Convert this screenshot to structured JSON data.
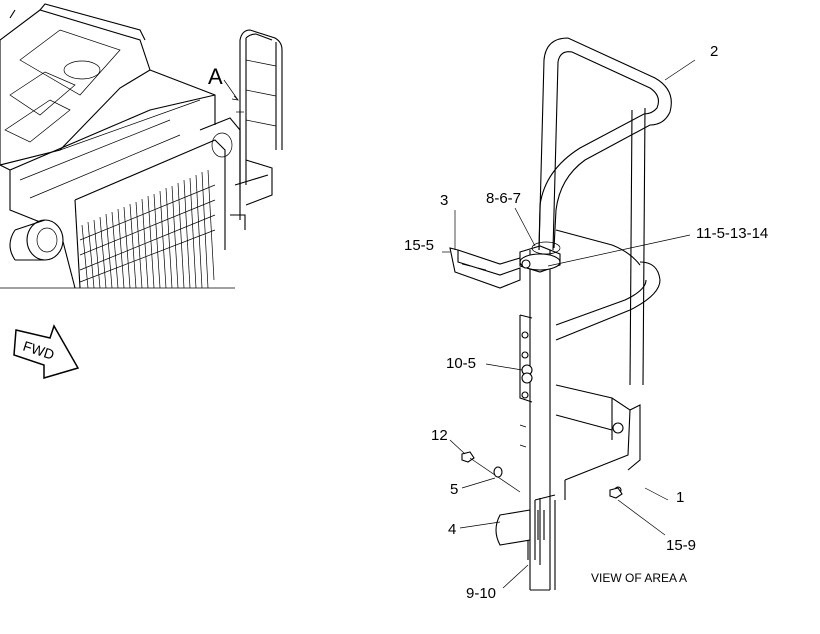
{
  "area_marker": "A",
  "fwd_arrow": "FWD",
  "view_caption": "VIEW OF AREA A",
  "callouts": {
    "c1": "1",
    "c2": "2",
    "c3": "3",
    "c4": "4",
    "c5": "5",
    "c12": "12",
    "c8_6_7": "8-6-7",
    "c11_5_13_14": "11-5-13-14",
    "c15_5": "15-5",
    "c10_5": "10-5",
    "c15_9": "15-9",
    "c9_10": "9-10"
  }
}
